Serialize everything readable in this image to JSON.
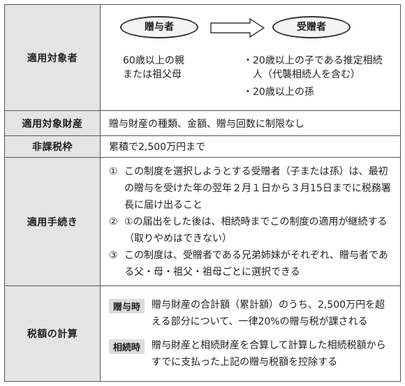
{
  "rows": {
    "target_persons": {
      "label": "適用対象者",
      "giver": "贈与者",
      "receiver": "受贈者",
      "giver_desc": [
        "60歳以上の親",
        "または祖父母"
      ],
      "receiver_items": [
        "20歳以上の子である推定相続人（代襲相続人を含む）",
        "20歳以上の孫"
      ]
    },
    "target_property": {
      "label": "適用対象財産",
      "value": "贈与財産の種類、金額、贈与回数に制限なし"
    },
    "exemption": {
      "label": "非課税枠",
      "value": "累積で2,500万円まで"
    },
    "procedure": {
      "label": "適用手続き",
      "items": [
        {
          "num": "①",
          "text": "この制度を選択しようとする受贈者（子または孫）は、最初の贈与を受けた年の翌年２月１日から３月15日までに税務署長に届け出ること"
        },
        {
          "num": "②",
          "text": "①の届出をした後は、相続時までこの制度の適用が継続する（取りやめはできない）"
        },
        {
          "num": "③",
          "text": "この制度は、受贈者である兄弟姉妹がそれぞれ、贈与者である父・母・祖父・祖母ごとに選択できる"
        }
      ]
    },
    "tax_calc": {
      "label": "税額の計算",
      "gift_badge": "贈与時",
      "gift_text": "贈与財産の合計額（累計額）のうち、2,500万円を超える部分について、一律20%の贈与税が課される",
      "inherit_badge": "相続時",
      "inherit_text": "贈与財産と相続財産を合算して計算した相続税額からすでに支払った上記の贈与税額を控除する"
    }
  }
}
